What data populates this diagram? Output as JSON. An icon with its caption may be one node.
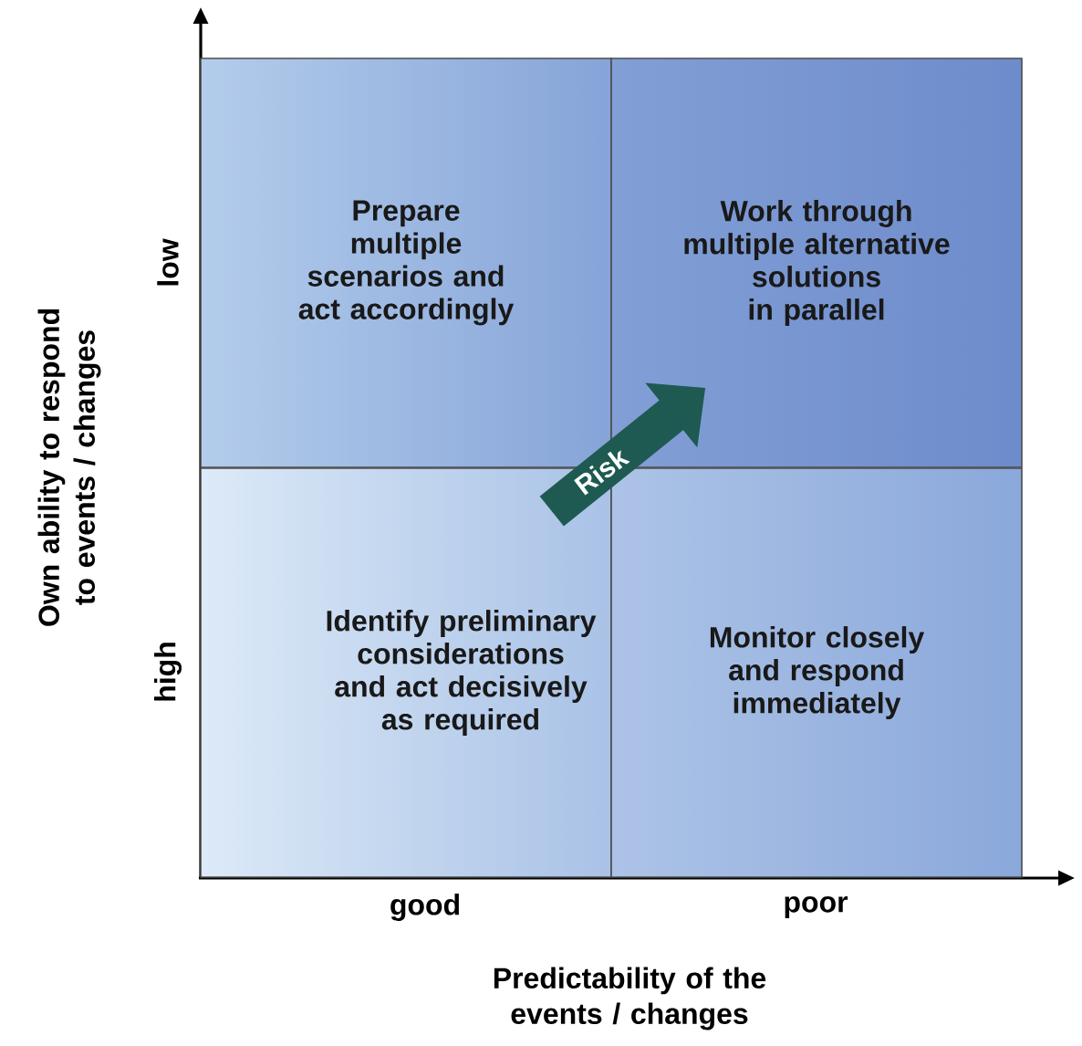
{
  "diagram": {
    "nodes": [
      {
        "text": [
          "Prepare multiple scenarios and act accordingly"
        ]
      },
      {
        "text": [
          "Work through multiple alternative solutions in parallel"
        ]
      },
      {
        "text": [
          "Identify preliminary considerations and act decisively as required"
        ]
      },
      {
        "text": [
          "Monitor closely and respond immediately"
        ]
      }
    ],
    "edges": [
      {
        "from": 2,
        "to": 1,
        "arrow": "to",
        "label": "Risk"
      }
    ],
    "labels": [
      "low",
      "high",
      "good",
      "poor",
      "Own ability to respond to events / changes",
      "Predictability of the events / changes"
    ]
  }
}
